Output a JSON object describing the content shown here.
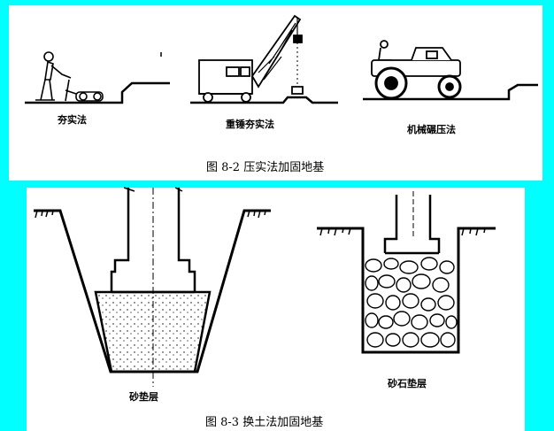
{
  "figure_8_2": {
    "caption": "图 8-2   压实法加固地基",
    "method_tamping": "夯实法",
    "method_heavy_hammer": "重锤夯实法",
    "method_machine_rolling": "机械碾压法"
  },
  "figure_8_3": {
    "caption": "图 8-3   换土法加固地基",
    "sand_cushion": "砂垫层",
    "sand_gravel_cushion": "砂石垫层"
  },
  "colors": {
    "background": "#00ffff",
    "panel": "#ffffff",
    "ink": "#000000"
  }
}
